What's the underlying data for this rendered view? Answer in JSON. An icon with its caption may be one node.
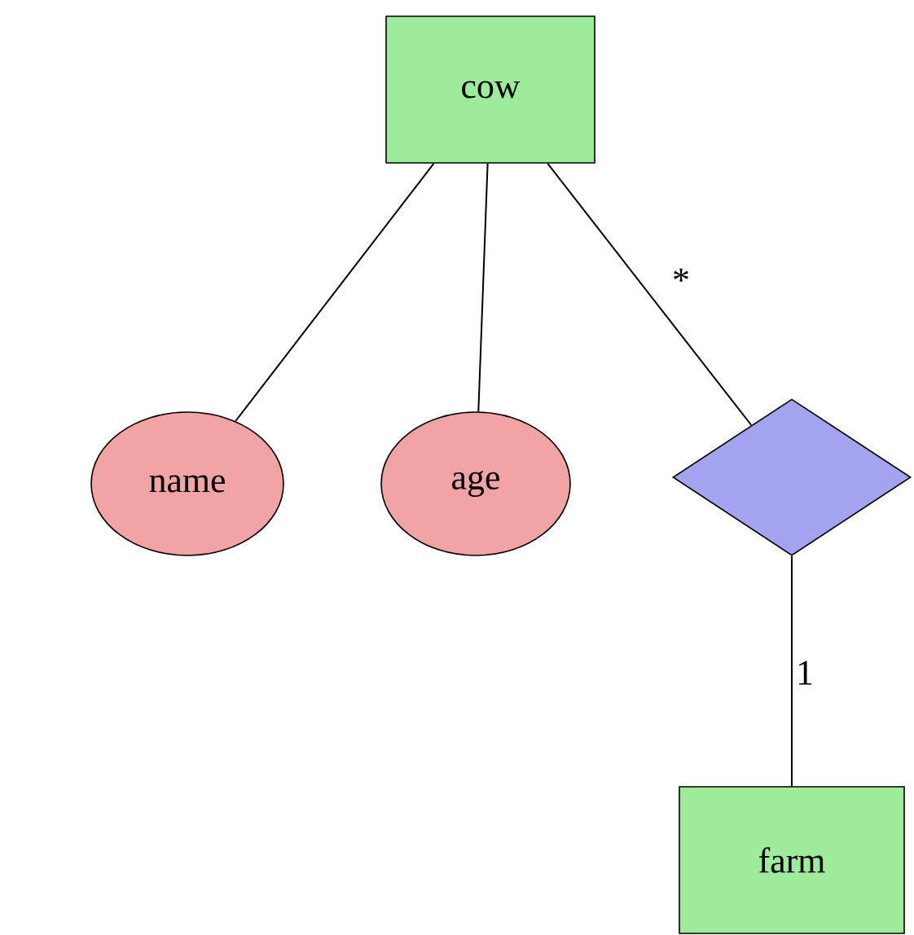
{
  "diagram": {
    "nodes": [
      {
        "text": [
          "cow"
        ]
      },
      {
        "text": [
          "name"
        ]
      },
      {
        "text": [
          "age"
        ]
      },
      {
        "text": [],
        "shape": "diamond"
      },
      {
        "text": [
          "farm"
        ]
      }
    ],
    "edges": [
      {
        "from": 0,
        "to": 1,
        "arrow": "none"
      },
      {
        "from": 0,
        "to": 2,
        "arrow": "none"
      },
      {
        "from": 0,
        "to": 3,
        "arrow": "none",
        "label": "*"
      },
      {
        "from": 3,
        "to": 4,
        "arrow": "none",
        "label": "1"
      }
    ]
  }
}
